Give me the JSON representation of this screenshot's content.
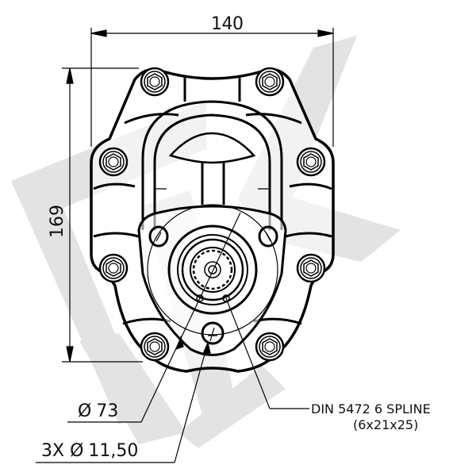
{
  "drawing": {
    "type": "technical-drawing",
    "subject": "hydraulic gear pump flange front view",
    "watermark": {
      "shape": "EV logo",
      "color": "#e3e3e3"
    },
    "line_color": "#000000",
    "background": "#ffffff"
  },
  "dimensions": {
    "width": {
      "value": "140",
      "orientation": "horizontal"
    },
    "height": {
      "value": "169",
      "orientation": "vertical"
    }
  },
  "annotations": {
    "pilot_diameter": {
      "symbol": "Ø",
      "value": "73"
    },
    "bolt_holes": {
      "prefix": "3X",
      "symbol": "Ø",
      "value": "11,50"
    },
    "spline": {
      "line1": "DIN 5472 6 SPLINE",
      "line2": "(6x21x25)"
    }
  }
}
